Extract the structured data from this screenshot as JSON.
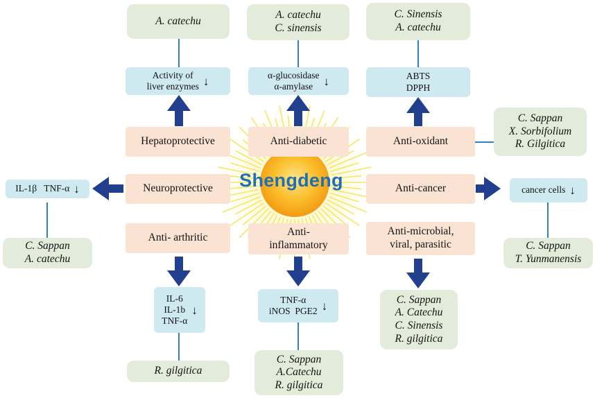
{
  "center_label": "Shengdeng",
  "effects": {
    "hepatoprotective": "Hepatoprotective",
    "anti_diabetic": "Anti-diabetic",
    "anti_oxidant": "Anti-oxidant",
    "neuroprotective": "Neuroprotective",
    "anti_cancer": "Anti-cancer",
    "anti_arthritic": "Anti- arthritic",
    "anti_inflammatory": [
      "Anti-",
      "inflammatory"
    ],
    "anti_microbial": [
      "Anti-microbial,",
      "viral, parasitic"
    ]
  },
  "targets": {
    "liver": [
      "Activity of",
      "liver enzymes"
    ],
    "glucosidase": [
      "α-glucosidase",
      "α-amylase"
    ],
    "oxidant": [
      "ABTS",
      "DPPH"
    ],
    "neuro": "IL-1β   TNF-α",
    "cancer": "cancer cells",
    "arthritis": [
      "IL-6",
      "IL-1b",
      "TNF-α"
    ],
    "inflammation": [
      "TNF-α",
      "iNOS  PGE2"
    ],
    "down_arrow": "↓"
  },
  "sources": {
    "hepato": [
      "A. catechu"
    ],
    "diabetic": [
      "A. catechu",
      "C. sinensis"
    ],
    "oxidant_top": [
      "C. Sinensis",
      "A. catechu"
    ],
    "oxidant_right": [
      "C. Sappan",
      "X. Sorbifolium",
      "R. Gilgitica"
    ],
    "neuro": [
      "C. Sappan",
      "A. catechu"
    ],
    "cancer": [
      "C. Sappan",
      "T. Yunmanensis"
    ],
    "arthritic": [
      "R. gilgitica"
    ],
    "inflammatory": [
      "C. Sappan",
      "A.Catechu",
      "R. gilgitica"
    ],
    "microbial": [
      "C. Sappan",
      "A. Catechu",
      "C. Sinensis",
      "R. gilgitica"
    ]
  },
  "colors": {
    "arrow": "#213f8c",
    "connector": "#2f7fc1",
    "sun_core": "#f9a51a",
    "sun_rays": "#f7e56a",
    "title": "#1e6fb5",
    "green_box": "#e3ecda",
    "blue_box": "#cfe9f0",
    "peach_box": "#fbe3d3"
  }
}
